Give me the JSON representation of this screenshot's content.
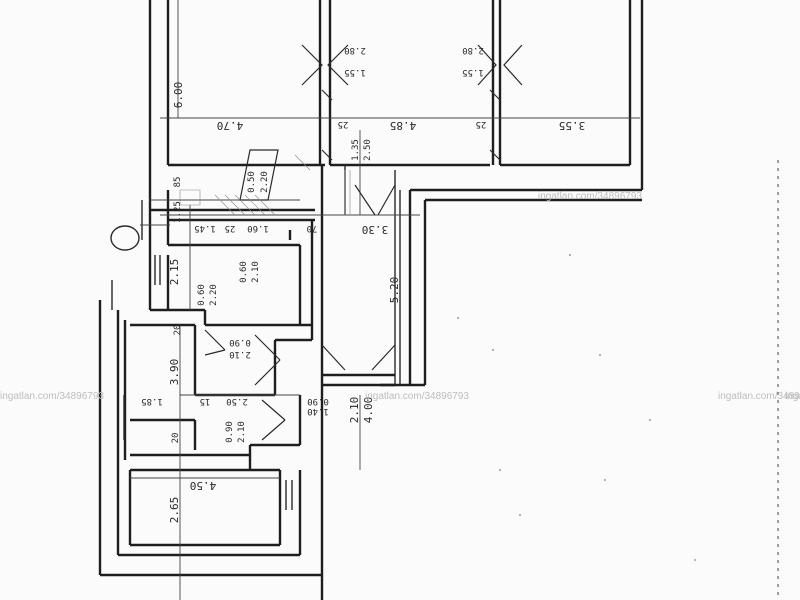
{
  "watermarks": [
    "ingatlan.com/34896793",
    "ingatlan.com/34896793",
    "ingatlan.com/34896793",
    "ingatlan.com/34896793",
    "ingatlan.com/3"
  ],
  "dimensions": {
    "d_600": "6.00",
    "d_470": "4.70",
    "d_25a": "25",
    "d_485": "4.85",
    "d_25b": "25",
    "d_355": "3.55",
    "d_155a": "1.55",
    "d_280a": "2.80",
    "d_155b": "1.55",
    "d_280b": "2.80",
    "d_135": "1.35",
    "d_250a": "2.50",
    "d_330": "3.30",
    "d_70": "70",
    "d_520": "5.20",
    "d_85": "85",
    "d_125": "1.25",
    "d_145": "1.45",
    "d_25c": "25",
    "d_160": "1.60",
    "d_050": "0.50",
    "d_220a": "2.20",
    "d_060a": "0.60",
    "d_210a": "2.10",
    "d_215": "2.15",
    "d_060b": "0.60",
    "d_220b": "2.20",
    "d_390": "3.90",
    "d_250b": "2.50",
    "d_15": "15",
    "d_185": "1.85",
    "d_20a": "20",
    "d_20b": "20",
    "d_090a": "0.90",
    "d_210b": "2.10",
    "d_210c": "2.10",
    "d_400": "4.00",
    "d_450": "4.50",
    "d_265": "2.65",
    "d_090b": "0.90",
    "d_140": "1.40",
    "d_90c": "0.90",
    "d_210d": "2.10"
  }
}
